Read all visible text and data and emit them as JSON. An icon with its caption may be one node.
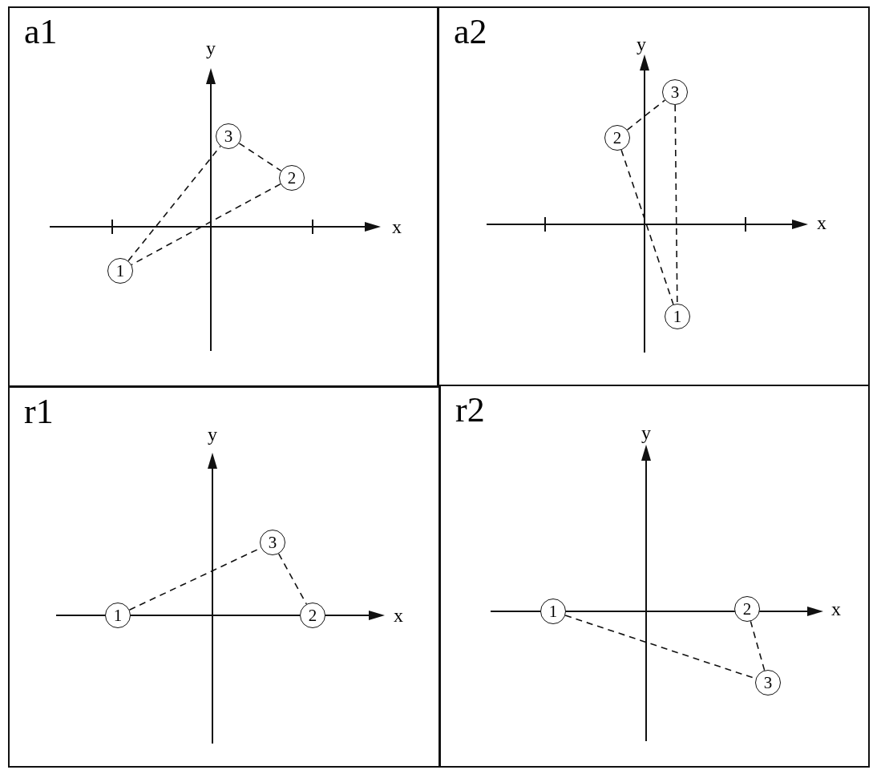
{
  "diagram": {
    "nodes": [
      {
        "text": [
          "a1"
        ]
      },
      {
        "text": [
          "1"
        ],
        "in": 0
      },
      {
        "text": [
          "2"
        ],
        "in": 0
      },
      {
        "text": [
          "3"
        ],
        "in": 0
      },
      {
        "text": [
          "a2"
        ]
      },
      {
        "text": [
          "1"
        ],
        "in": 4
      },
      {
        "text": [
          "2"
        ],
        "in": 4
      },
      {
        "text": [
          "3"
        ],
        "in": 4
      },
      {
        "text": [
          "r1"
        ]
      },
      {
        "text": [
          "1"
        ],
        "in": 8
      },
      {
        "text": [
          "2"
        ],
        "in": 8
      },
      {
        "text": [
          "3"
        ],
        "in": 8
      },
      {
        "text": [
          "r2"
        ]
      },
      {
        "text": [
          "1"
        ],
        "in": 12
      },
      {
        "text": [
          "2"
        ],
        "in": 12
      },
      {
        "text": [
          "3"
        ],
        "in": 12
      }
    ],
    "edges": [
      {
        "from": 1,
        "to": 3,
        "arrow": "none",
        "style": "dashed"
      },
      {
        "from": 3,
        "to": 2,
        "arrow": "none",
        "style": "dashed"
      },
      {
        "from": 2,
        "to": 1,
        "arrow": "none",
        "style": "dashed"
      },
      {
        "from": 6,
        "to": 7,
        "arrow": "none",
        "style": "dashed"
      },
      {
        "from": 7,
        "to": 5,
        "arrow": "none",
        "style": "dashed"
      },
      {
        "from": 6,
        "to": 5,
        "arrow": "none",
        "style": "dashed"
      },
      {
        "from": 9,
        "to": 11,
        "arrow": "none",
        "style": "dashed"
      },
      {
        "from": 11,
        "to": 10,
        "arrow": "none",
        "style": "dashed"
      },
      {
        "from": 13,
        "to": 15,
        "arrow": "none",
        "style": "dashed"
      },
      {
        "from": 15,
        "to": 14,
        "arrow": "none",
        "style": "dashed"
      }
    ],
    "labels": [
      "y",
      "x",
      "y",
      "x",
      "y",
      "x",
      "y",
      "x"
    ]
  }
}
